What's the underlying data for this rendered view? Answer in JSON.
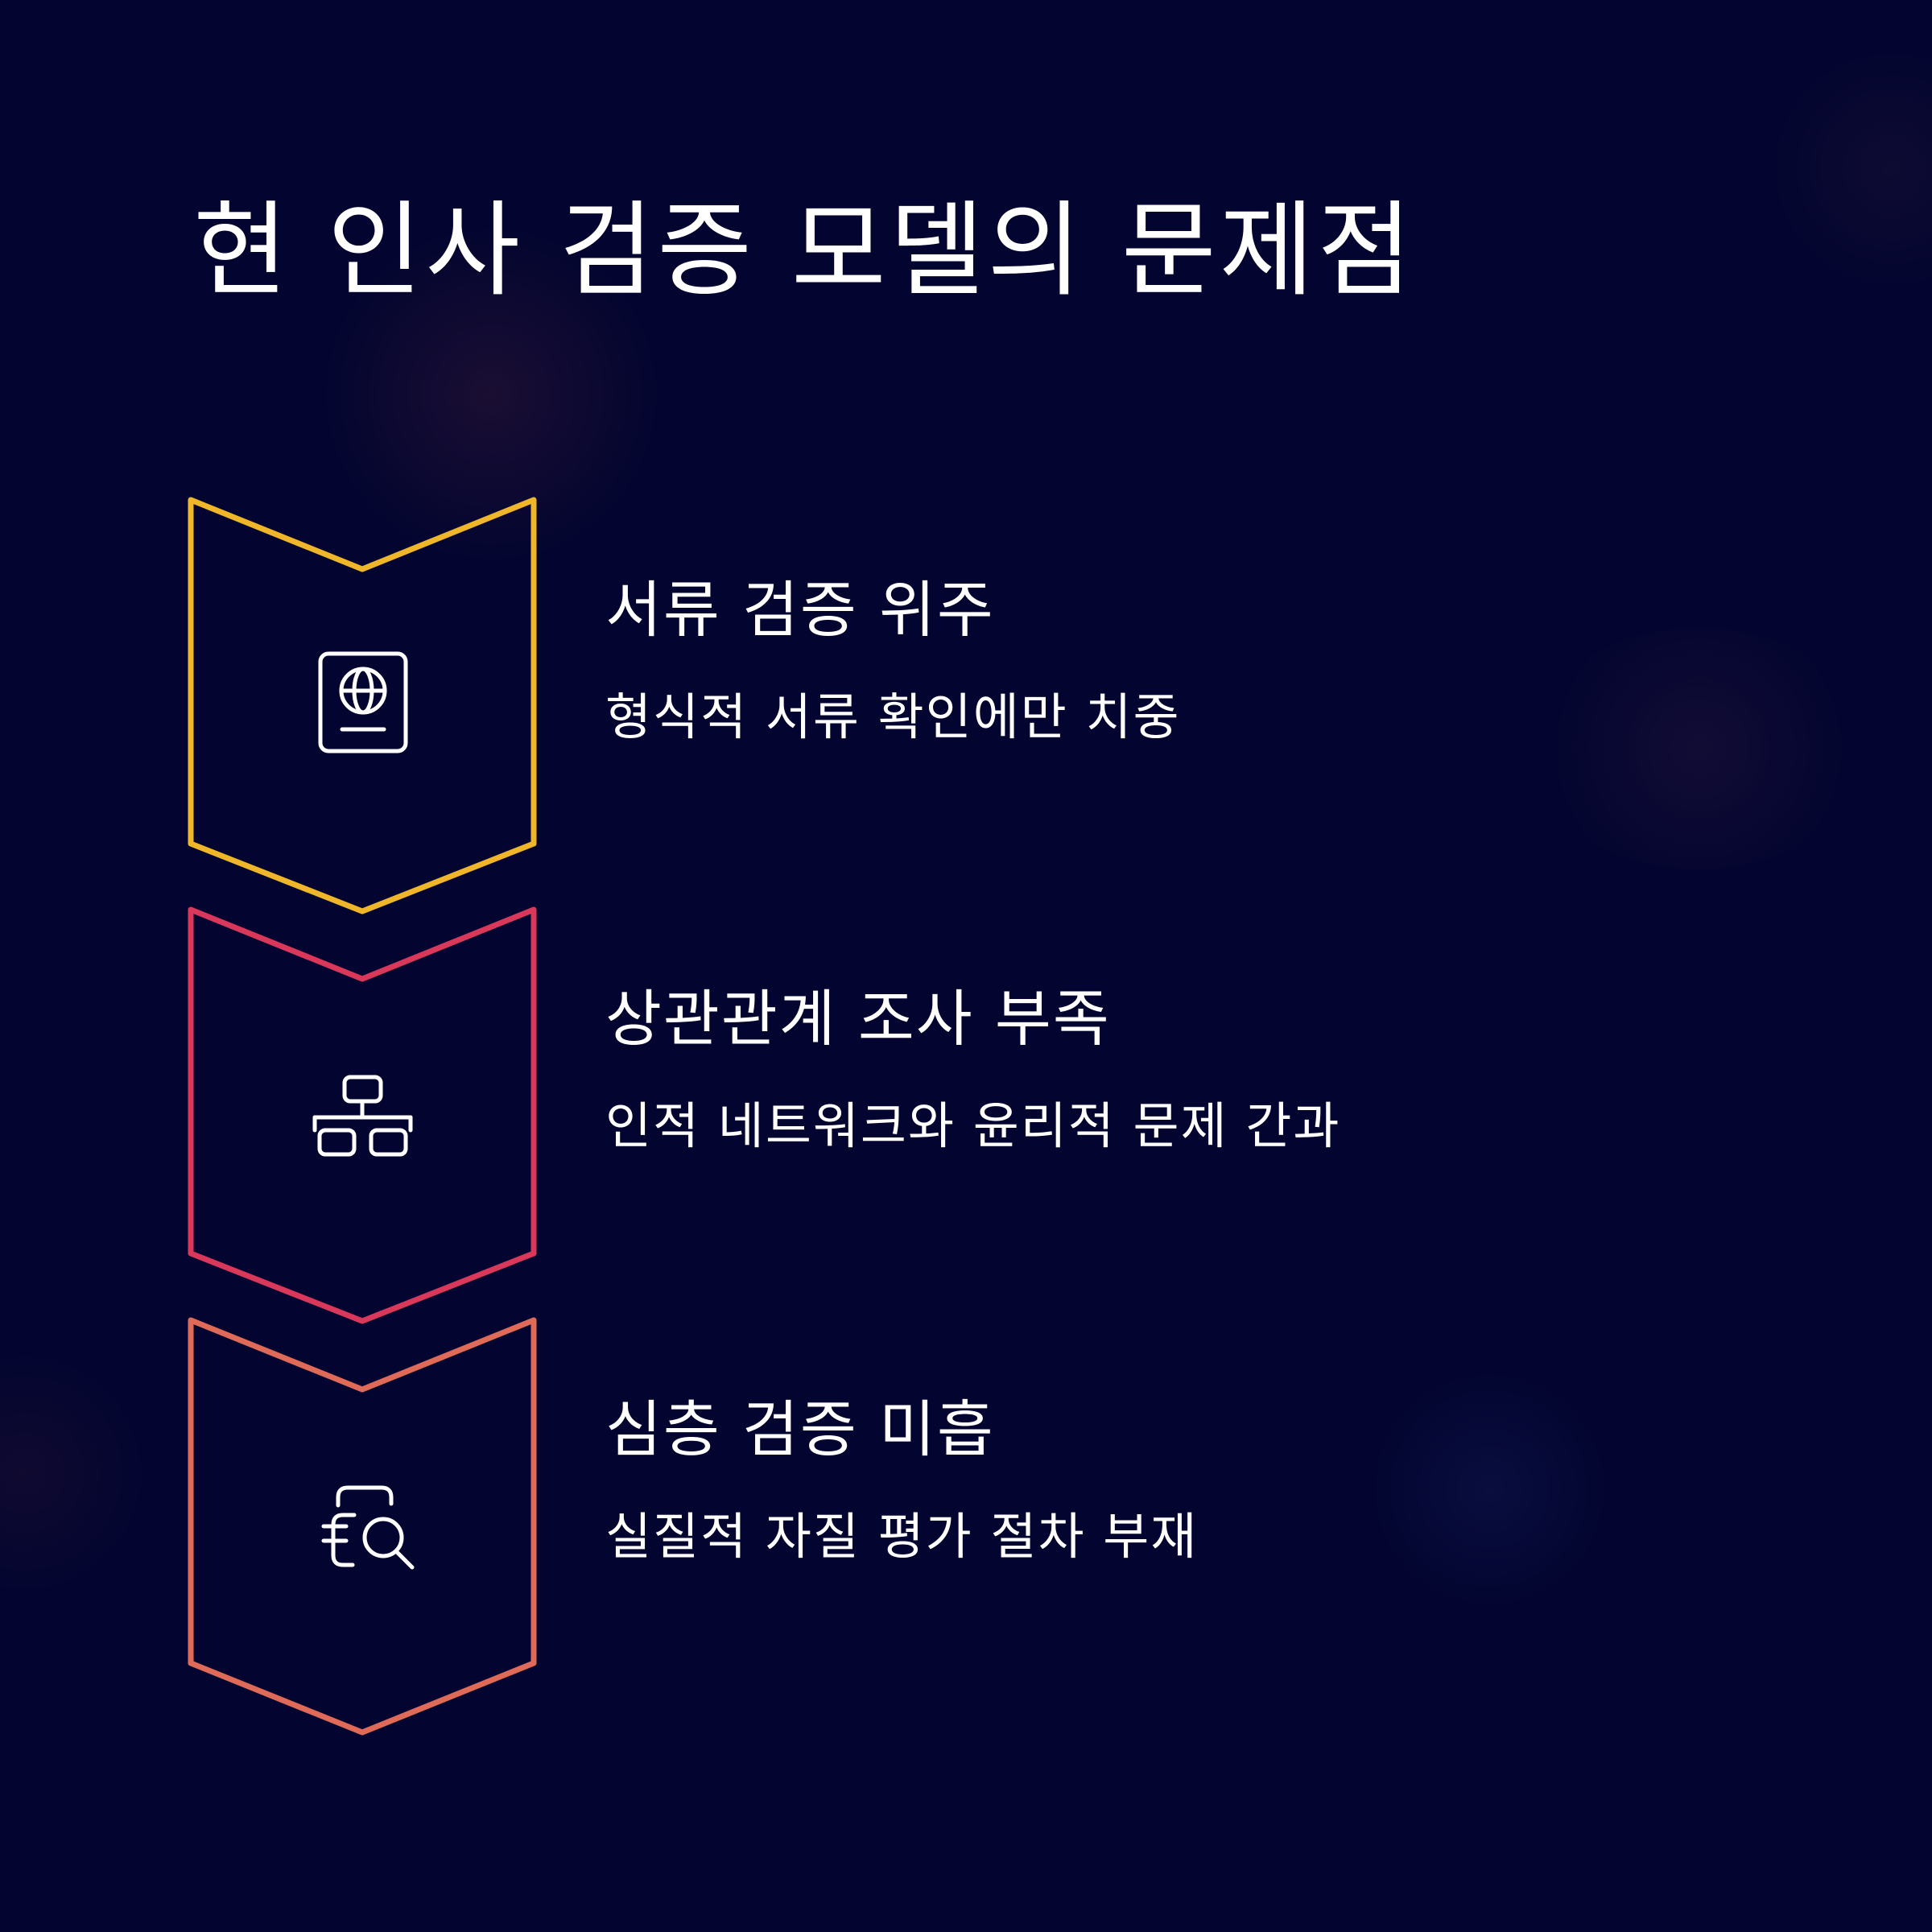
{
  "title": "현 인사 검증 모델의 문제점",
  "steps": [
    {
      "heading": "서류 검증 위주",
      "description": "형식적 서류 확인에만 치중",
      "icon": "passport-icon",
      "color": "#F0B62A"
    },
    {
      "heading": "상관관계 조사 부족",
      "description": "인적 네트워크와 윤리적 문제 간과",
      "icon": "network-icon",
      "color": "#D9385A"
    },
    {
      "heading": "심층 검증 미흡",
      "description": "실질적 자질 평가 절차 부재",
      "icon": "document-search-icon",
      "color": "#E06A58"
    }
  ],
  "background_color": "#030530"
}
